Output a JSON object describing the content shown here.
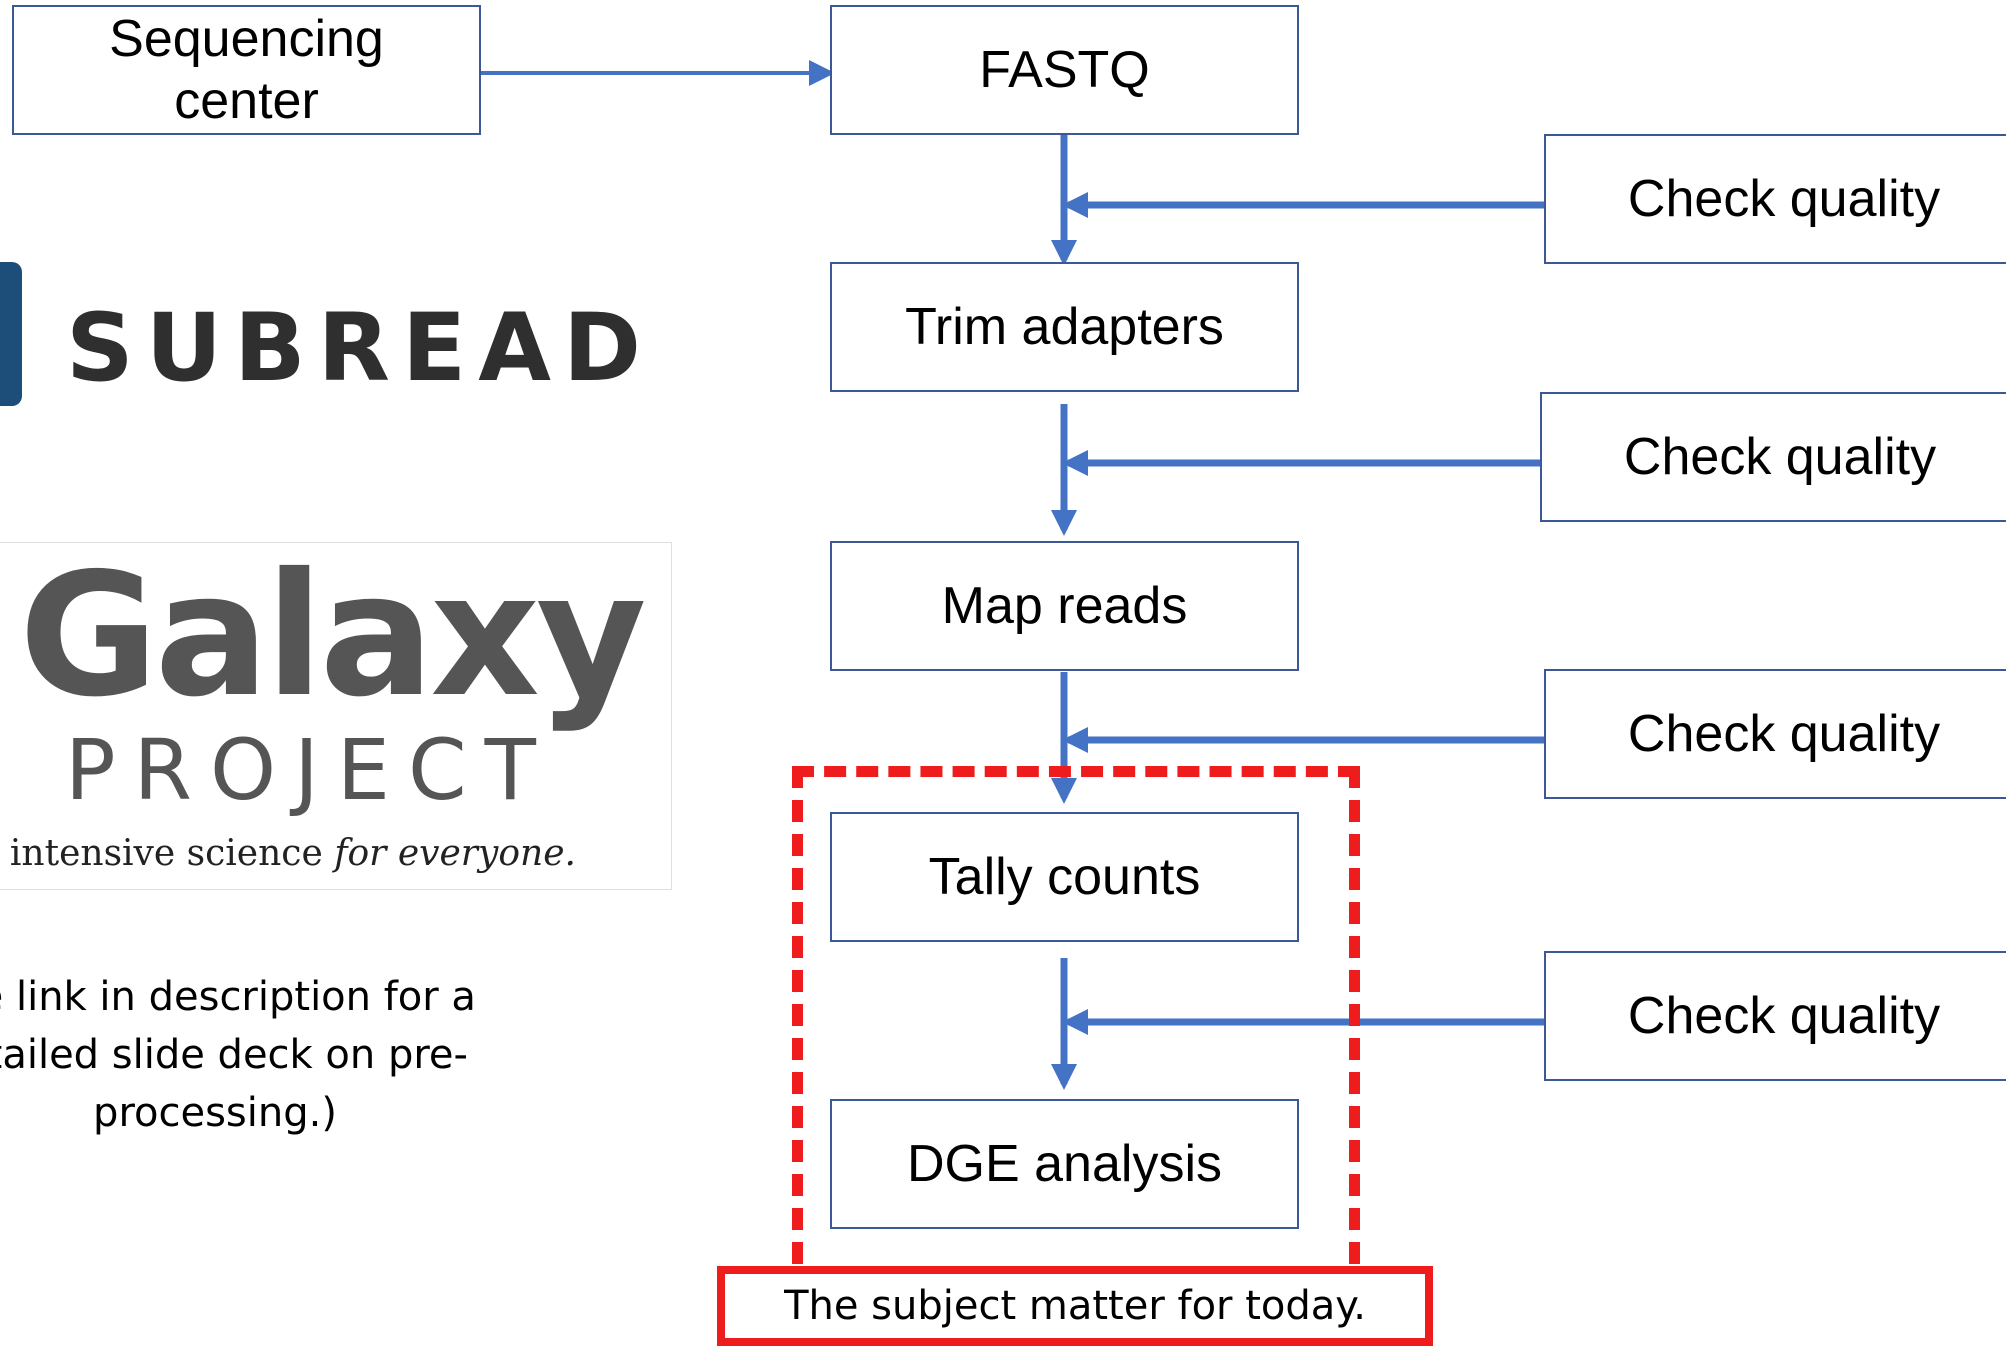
{
  "nodes": {
    "sequencing_center": "Sequencing center",
    "fastq": "FASTQ",
    "trim_adapters": "Trim adapters",
    "map_reads": "Map reads",
    "tally_counts": "Tally counts",
    "dge_analysis": "DGE analysis"
  },
  "quality_checks": [
    "Check quality",
    "Check quality",
    "Check quality",
    "Check quality"
  ],
  "logos": {
    "subread": "SUBREAD",
    "galaxy_word": "Galaxy",
    "galaxy_project": "PROJECT",
    "galaxy_tagline_prefix": "a intensive science ",
    "galaxy_tagline_emph": "for everyone."
  },
  "note": "ee link in description for a etailed slide deck on pre-processing.)",
  "highlight_caption": "The subject matter for today.",
  "colors": {
    "arrow": "#4472c4",
    "box_border": "#3b5998",
    "highlight": "#ee1c1c"
  }
}
